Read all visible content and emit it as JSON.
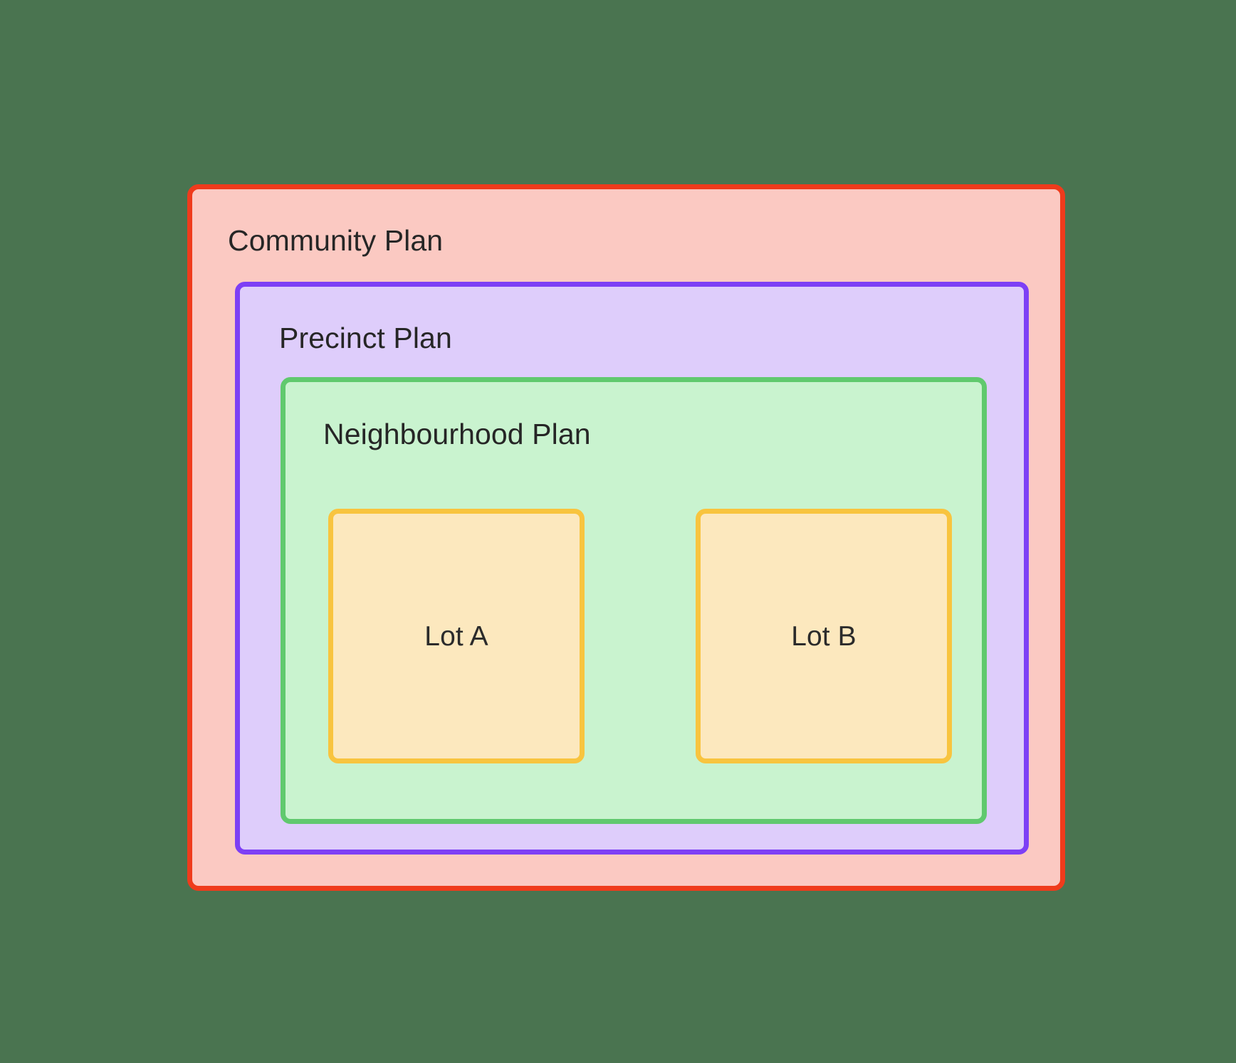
{
  "diagram": {
    "type": "nested-containment",
    "background_color": "#4a7450",
    "levels": [
      {
        "id": "community",
        "title": "Community Plan",
        "border_color": "#ef3b1c",
        "fill_color": "#fbc9c2",
        "depth": 1
      },
      {
        "id": "precinct",
        "title": "Precinct Plan",
        "border_color": "#7d3ff5",
        "fill_color": "#decdfb",
        "depth": 2
      },
      {
        "id": "neighbourhood",
        "title": "Neighbourhood Plan",
        "border_color": "#60c96e",
        "fill_color": "#c9f3cf",
        "depth": 3
      }
    ],
    "lots": [
      {
        "id": "lot-a",
        "label": "Lot A",
        "border_color": "#f8c43f",
        "fill_color": "#fce8be",
        "depth": 4
      },
      {
        "id": "lot-b",
        "label": "Lot B",
        "border_color": "#f8c43f",
        "fill_color": "#fce8be",
        "depth": 4
      }
    ],
    "text_color": "#262626"
  }
}
